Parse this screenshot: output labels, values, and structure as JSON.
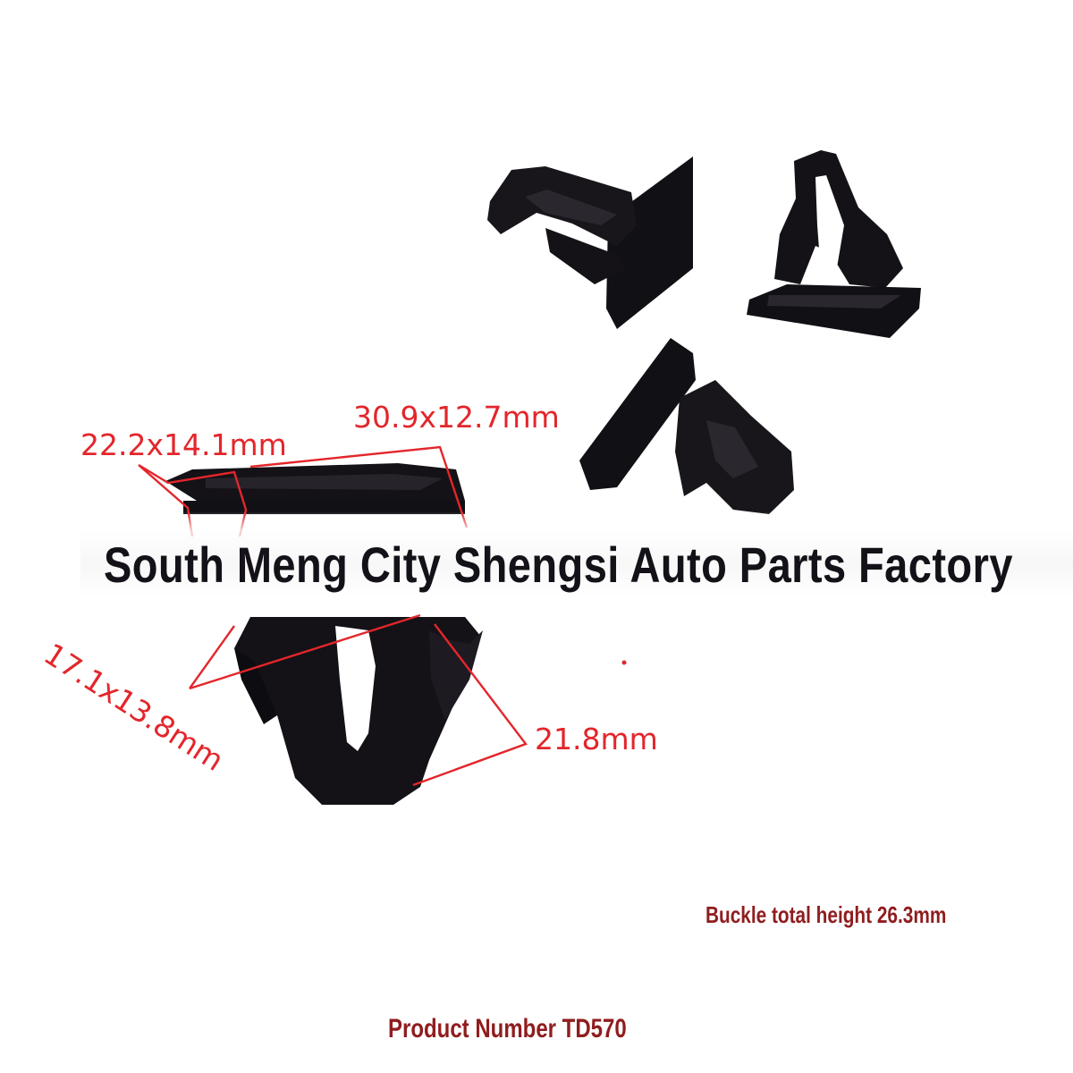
{
  "dimensions": {
    "head_top": "22.2x14.1mm",
    "head_bottom": "30.9x12.7mm",
    "neck": "17.1x13.8mm",
    "leg_height": "21.8mm"
  },
  "watermark": "South Meng City Shengsi Auto Parts Factory",
  "buckle_height": "Buckle total height 26.3mm",
  "product_number": "Product Number TD570",
  "colors": {
    "clip_black": "#141218",
    "dimension_red": "#e3262b",
    "caption_red": "#8f1d1f",
    "background": "#ffffff"
  }
}
